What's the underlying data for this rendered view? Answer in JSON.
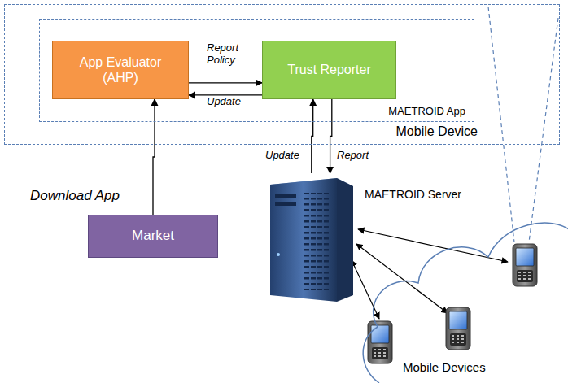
{
  "diagram": {
    "nodes": [
      {
        "text": [
          "Mobile Device"
        ]
      },
      {
        "text": [
          "MAETROID App"
        ],
        "in": 0
      },
      {
        "text": [
          "App Evaluator (AHP)"
        ],
        "in": 1
      },
      {
        "text": [
          "Trust Reporter"
        ],
        "in": 1
      },
      {
        "text": [
          "Market"
        ]
      },
      {
        "text": [
          "MAETROID Server"
        ]
      },
      {
        "text": [
          "Mobile Devices"
        ]
      }
    ],
    "edges": [
      {
        "from": 2,
        "to": 3,
        "label": "Report Policy",
        "arrow": "to"
      },
      {
        "from": 3,
        "to": 2,
        "label": "Update",
        "arrow": "to"
      },
      {
        "from": 4,
        "to": 2,
        "label": "Download App",
        "arrow": "to"
      },
      {
        "from": 5,
        "to": 3,
        "label": "Update",
        "arrow": "to"
      },
      {
        "from": 3,
        "to": 5,
        "label": "Report",
        "arrow": "to"
      }
    ]
  }
}
